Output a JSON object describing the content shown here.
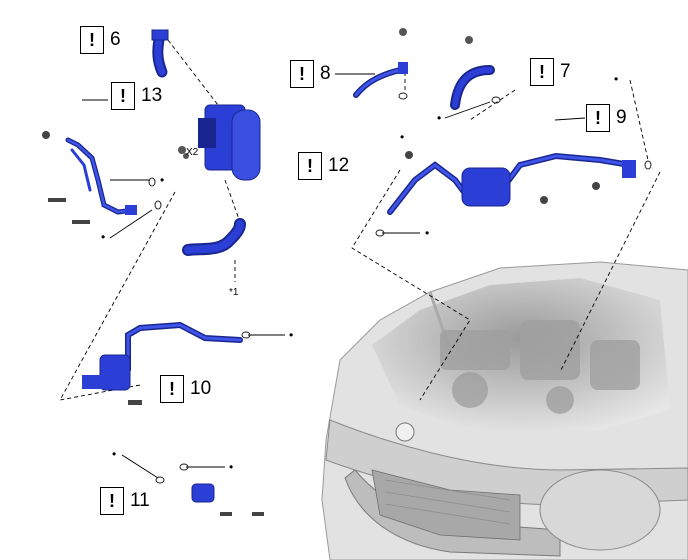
{
  "callouts": {
    "c6": {
      "mark": "!",
      "number": "6"
    },
    "c7": {
      "mark": "!",
      "number": "7"
    },
    "c8": {
      "mark": "!",
      "number": "8"
    },
    "c9": {
      "mark": "!",
      "number": "9"
    },
    "c10": {
      "mark": "!",
      "number": "10"
    },
    "c11": {
      "mark": "!",
      "number": "11"
    },
    "c12": {
      "mark": "!",
      "number": "12"
    },
    "c13": {
      "mark": "!",
      "number": "13"
    }
  },
  "labels": {
    "x2": "X2",
    "note1": "*1"
  },
  "bullet": "•",
  "colors": {
    "part_blue": "#2b3fd6",
    "part_dark": "#1a2690",
    "engine_gray": "#bcbcbc",
    "line": "#000000"
  }
}
